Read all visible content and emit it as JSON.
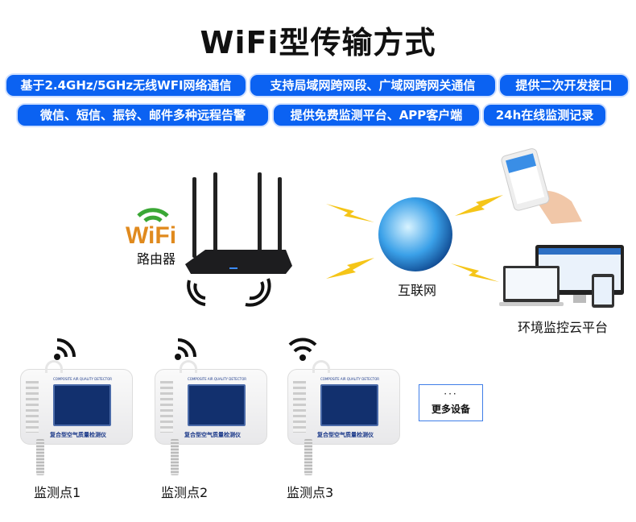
{
  "title": "WiFi型传输方式",
  "features_row1": [
    "基于2.4GHz/5GHz无线WFI网络通信",
    "支持局域网跨网段、广域网跨网关通信",
    "提供二次开发接口"
  ],
  "features_row2": [
    "微信、短信、振铃、邮件多种远程告警",
    "提供免费监测平台、APP客户端",
    "24h在线监测记录"
  ],
  "router_label": "路由器",
  "wifi_logo_text": "WiFi",
  "internet_label": "互联网",
  "cloud_label": "环境监控云平台",
  "device_caption": "复合型空气质量检测仪",
  "device_header": "COMPOSITE AIR QUALITY DETECTOR",
  "monitor_points": [
    "监测点1",
    "监测点2",
    "监测点3"
  ],
  "more_devices": {
    "dots": "···",
    "label": "更多设备"
  },
  "colors": {
    "badge": "#0b62f2",
    "bolt": "#f5c518"
  }
}
